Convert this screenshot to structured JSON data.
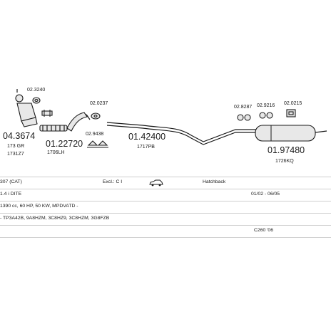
{
  "parts": [
    {
      "code": "02.3240",
      "note": ""
    },
    {
      "code": "04.3674",
      "note": "173 GR"
    },
    {
      "code": "",
      "note": "1731Z7"
    },
    {
      "code": "01.22720",
      "note": "1706LH"
    },
    {
      "code": "02.0237",
      "note": ""
    },
    {
      "code": "02.9438",
      "note": ""
    },
    {
      "code": "01.42400",
      "note": "1717PB"
    },
    {
      "code": "02.8287",
      "note": ""
    },
    {
      "code": "02.9216",
      "note": ""
    },
    {
      "code": "02.0215",
      "note": ""
    },
    {
      "code": "01.97480",
      "note": "1726KQ"
    }
  ],
  "vehicle": {
    "model": "307 (CAT)",
    "excl": "Excl.: C I",
    "body_icon": "hatchback-car-icon",
    "body": "Hatchback",
    "engine": "1.4 i DITE",
    "dates": "01/02 - 06/05",
    "spec": "1390 cc, 60 HP, 50 KW, MPDVATD -",
    "codes": "- TP3A42B, 9A8HZM, 3C8HZ9, 3C8HZM, 3G8FZB",
    "ref": "C260 '06"
  }
}
